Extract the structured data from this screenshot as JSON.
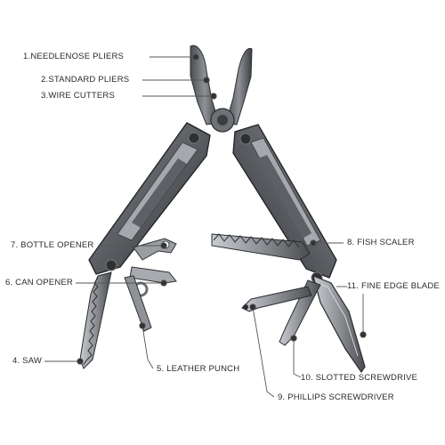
{
  "image_alt": "",
  "colors": {
    "background": "#ffffff",
    "metal_dark": "#3a3c40",
    "metal_mid": "#6d7074",
    "metal_light": "#b9bcc0",
    "leader_line": "#555555",
    "label_text": "#2a2a2a"
  },
  "labels": {
    "needlenose": "1.NEEDLENOSE PLIERS",
    "standard_pliers": "2.STANDARD PLIERS",
    "wire_cutters": "3.WIRE CUTTERS",
    "saw": "4. SAW",
    "leather_punch": "5. LEATHER PUNCH",
    "can_opener": "6. CAN OPENER",
    "bottle_opener": "7. BOTTLE OPENER",
    "fish_scaler": "8. FISH SCALER",
    "phillips": "9. PHILLIPS SCREWDRIVER",
    "slotted": "10. SLOTTED SCREWDRIVE",
    "blade": "11.  FINE EDGE BLADE"
  }
}
